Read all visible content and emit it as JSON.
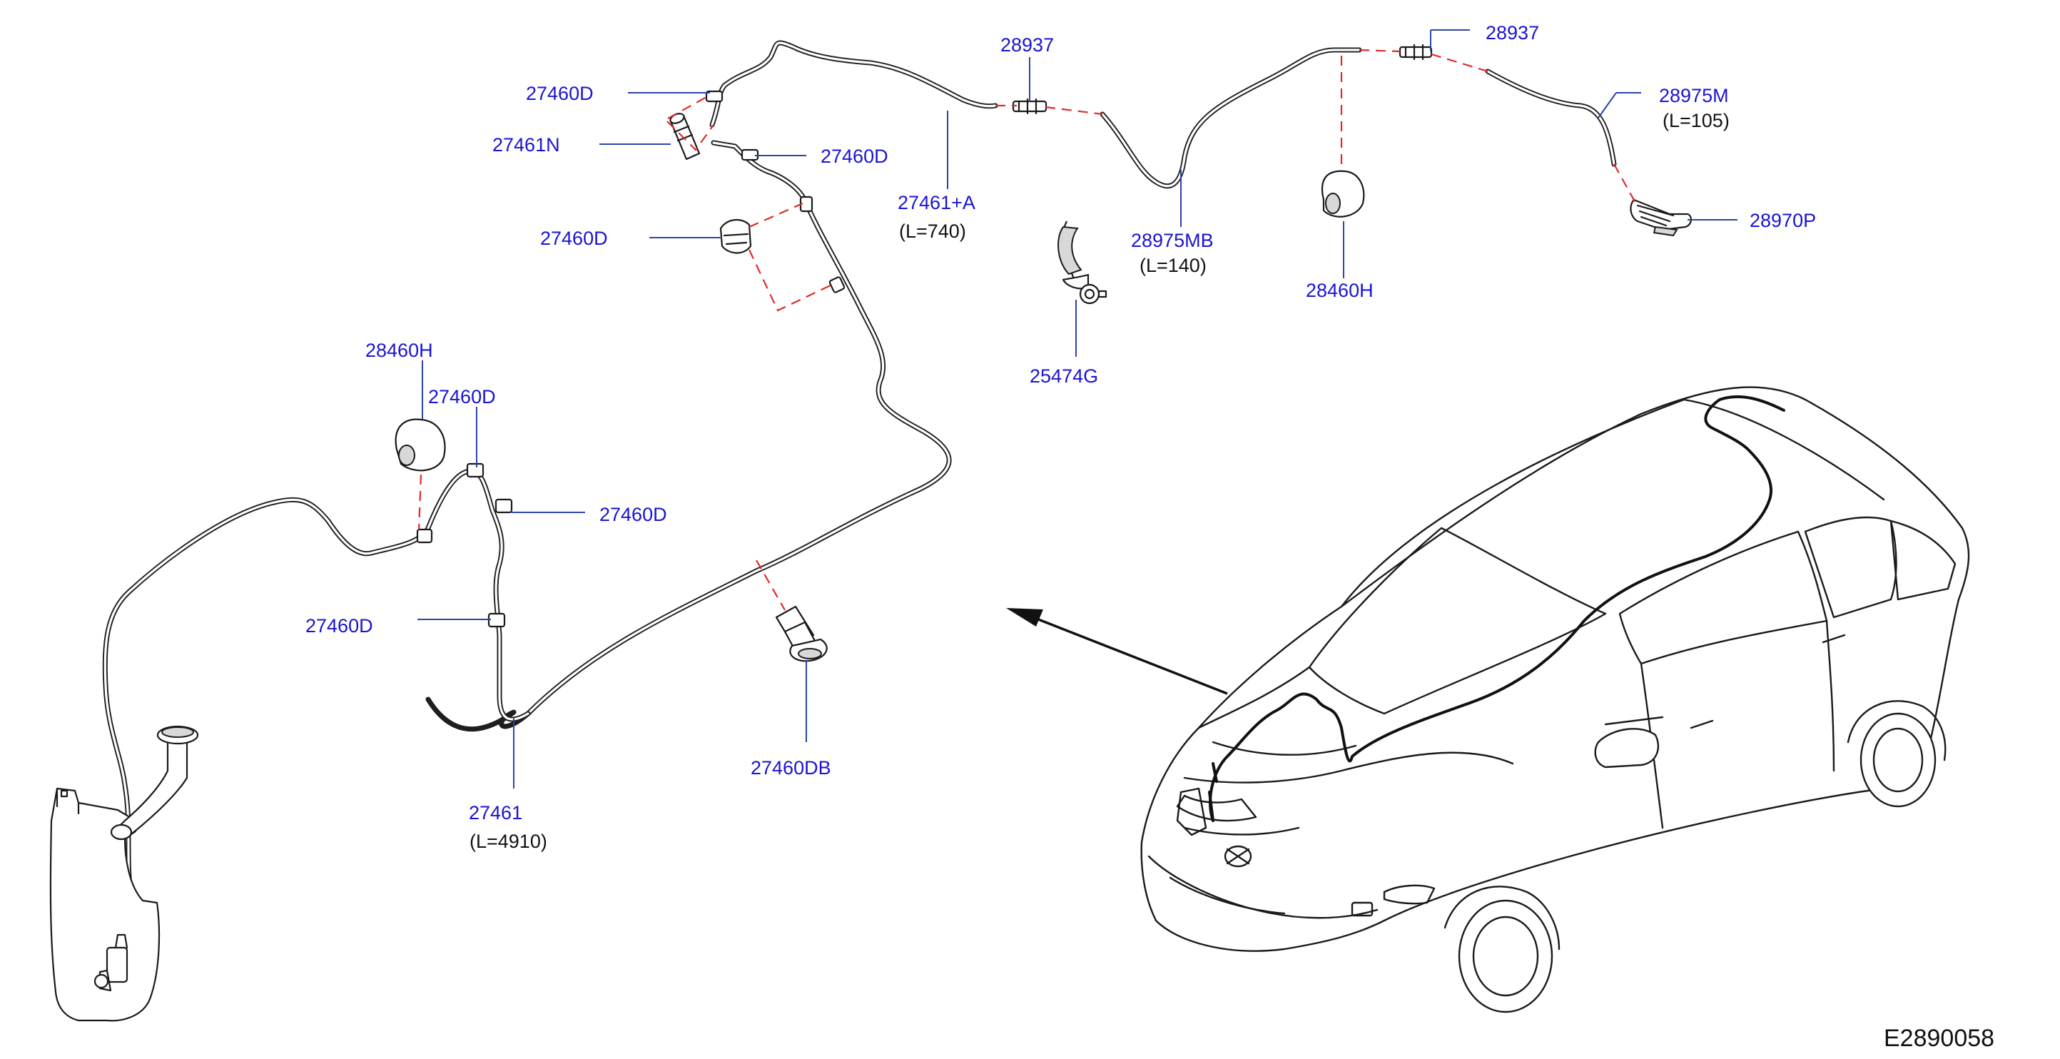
{
  "diagram_ref": "E2890058",
  "callouts": [
    {
      "id": "c01",
      "part": "27460D"
    },
    {
      "id": "c02",
      "part": "27461N"
    },
    {
      "id": "c03",
      "part": "27460D"
    },
    {
      "id": "c04",
      "part": "27460D"
    },
    {
      "id": "c05",
      "part": "28937"
    },
    {
      "id": "c06",
      "part": "27461+A",
      "note": "(L=740)"
    },
    {
      "id": "c07",
      "part": "28975MB",
      "note": "(L=140)"
    },
    {
      "id": "c08",
      "part": "25474G"
    },
    {
      "id": "c09",
      "part": "28460H"
    },
    {
      "id": "c10",
      "part": "28937"
    },
    {
      "id": "c11",
      "part": "28975M",
      "note": "(L=105)"
    },
    {
      "id": "c12",
      "part": "28970P"
    },
    {
      "id": "c13",
      "part": "28460H"
    },
    {
      "id": "c14",
      "part": "27460D"
    },
    {
      "id": "c15",
      "part": "27460D"
    },
    {
      "id": "c16",
      "part": "27460D"
    },
    {
      "id": "c17",
      "part": "27460DB"
    },
    {
      "id": "c18",
      "part": "27461",
      "note": "(L=4910)"
    }
  ]
}
